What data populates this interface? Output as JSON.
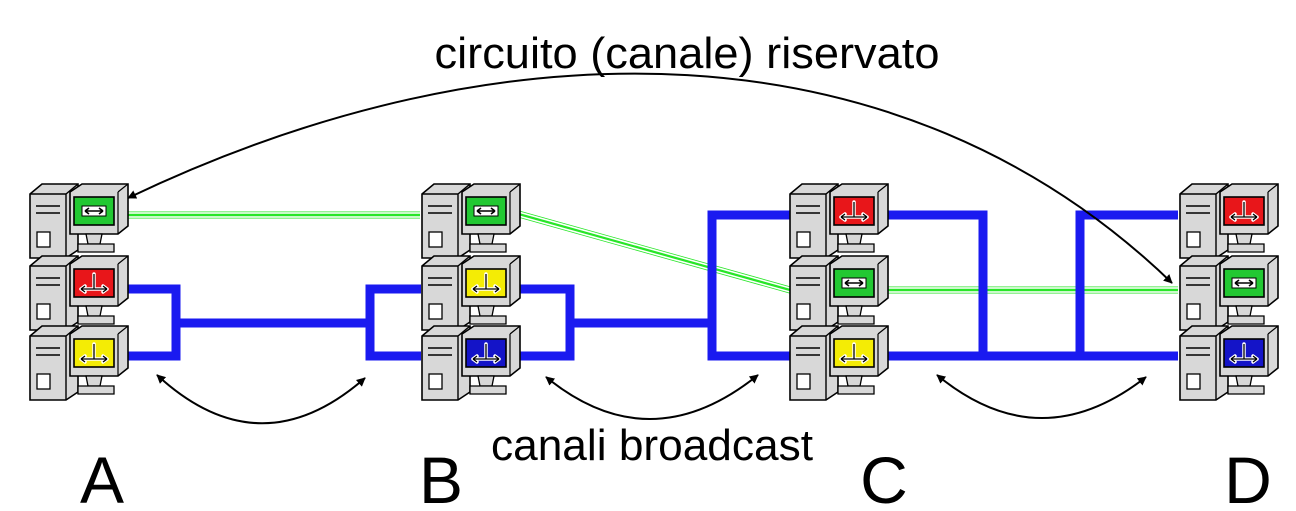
{
  "title": "circuito (canale) riservato",
  "broadcast_label": "canali broadcast",
  "nodes": [
    {
      "name": "A",
      "screens": [
        "green-bidir",
        "red-bus",
        "yellow-bus"
      ]
    },
    {
      "name": "B",
      "screens": [
        "green-bidir",
        "yellow-bus",
        "blue-bus"
      ]
    },
    {
      "name": "C",
      "screens": [
        "red-bus",
        "green-bidir",
        "yellow-bus"
      ]
    },
    {
      "name": "D",
      "screens": [
        "red-bus",
        "green-bidir",
        "blue-bus"
      ]
    }
  ],
  "colors": {
    "red": "#e8161a",
    "yellow": "#f4ec05",
    "green": "#22c832",
    "blue": "#1414c8",
    "bus": "#1a1af0",
    "circuit": "#28e628"
  }
}
